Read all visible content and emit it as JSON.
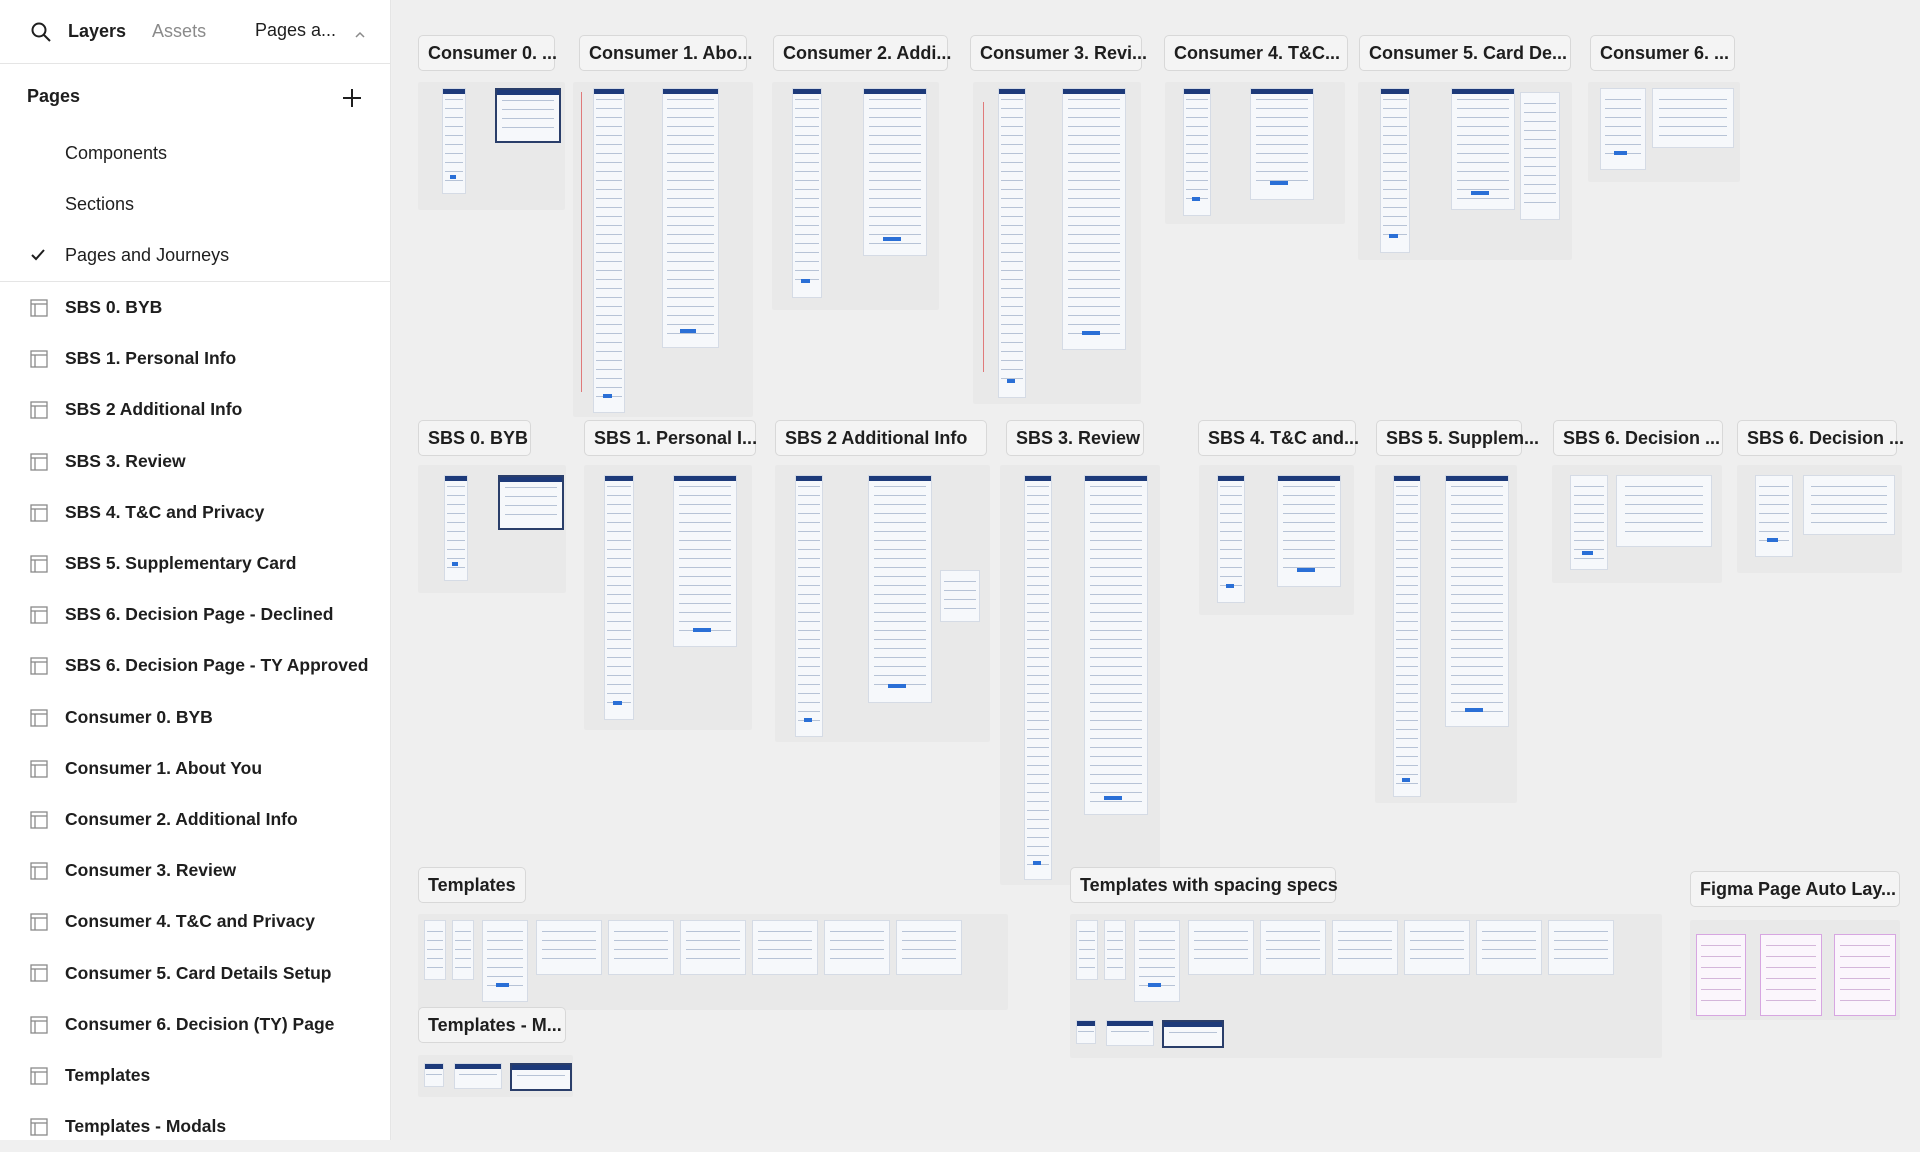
{
  "sidebar": {
    "tabs": {
      "layers": "Layers",
      "assets": "Assets"
    },
    "pages_dropdown": "Pages a...",
    "pages_title": "Pages",
    "pages": [
      {
        "label": "Components",
        "selected": false
      },
      {
        "label": "Sections",
        "selected": false
      },
      {
        "label": "Pages and Journeys",
        "selected": true
      }
    ],
    "layers": [
      "SBS 0. BYB",
      "SBS 1. Personal Info",
      "SBS 2 Additional Info",
      "SBS 3. Review",
      "SBS 4. T&C and Privacy",
      "SBS 5. Supplementary Card",
      "SBS 6. Decision Page - Declined",
      "SBS 6. Decision Page - TY Approved",
      "Consumer 0. BYB",
      "Consumer 1. About You",
      "Consumer 2. Additional Info",
      "Consumer 3. Review",
      "Consumer 4. T&C and Privacy",
      "Consumer 5. Card Details Setup",
      "Consumer 6. Decision (TY) Page",
      "Templates",
      "Templates - Modals"
    ]
  },
  "canvas": {
    "row1_labels": [
      "Consumer 0. ...",
      "Consumer 1. Abo...",
      "Consumer 2. Addi...",
      "Consumer 3. Revi...",
      "Consumer 4. T&C...",
      "Consumer 5. Card De...",
      "Consumer 6. ..."
    ],
    "row2_labels": [
      "SBS 0. BYB",
      "SBS 1. Personal I...",
      "SBS 2 Additional Info",
      "SBS 3. Review",
      "SBS 4. T&C and...",
      "SBS 5. Supplem...",
      "SBS 6. Decision ...",
      "SBS 6. Decision ..."
    ],
    "row3_labels": {
      "templates": "Templates",
      "templates_spacing": "Templates with spacing specs",
      "figma_auto_layout": "Figma Page Auto Lay...",
      "templates_modals": "Templates - M..."
    }
  },
  "colors": {
    "canvas_bg": "#efefef",
    "frame_header": "#1d3a7a",
    "frame_button": "#2a6fd6",
    "annotation": "#e07a7a"
  }
}
